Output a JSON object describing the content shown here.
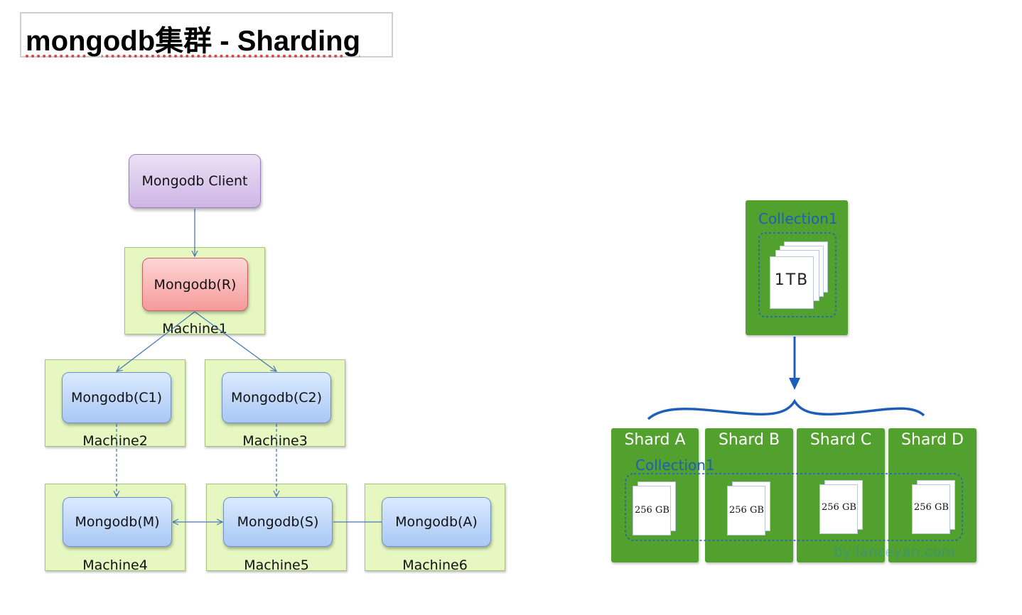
{
  "title": "mongodb集群 - Sharding",
  "left_diagram": {
    "client": "Mongodb Client",
    "router": "Mongodb(R)",
    "config1": "Mongodb(C1)",
    "config2": "Mongodb(C2)",
    "master": "Mongodb(M)",
    "slave": "Mongodb(S)",
    "arbiter": "Mongodb(A)",
    "machines": [
      "Machine1",
      "Machine2",
      "Machine3",
      "Machine4",
      "Machine5",
      "Machine6"
    ]
  },
  "right_diagram": {
    "collection_label": "Collection1",
    "collection_size": "1TB",
    "shards": [
      "Shard A",
      "Shard B",
      "Shard C",
      "Shard D"
    ],
    "shard_collection_label": "Collection1",
    "chunk_size": "256 GB",
    "watermark": "by lanceyan.com"
  },
  "colors": {
    "machine_fill": "#e6f7c1",
    "shard_green": "#52a02e",
    "arrow_blue": "#1d5fb8"
  }
}
